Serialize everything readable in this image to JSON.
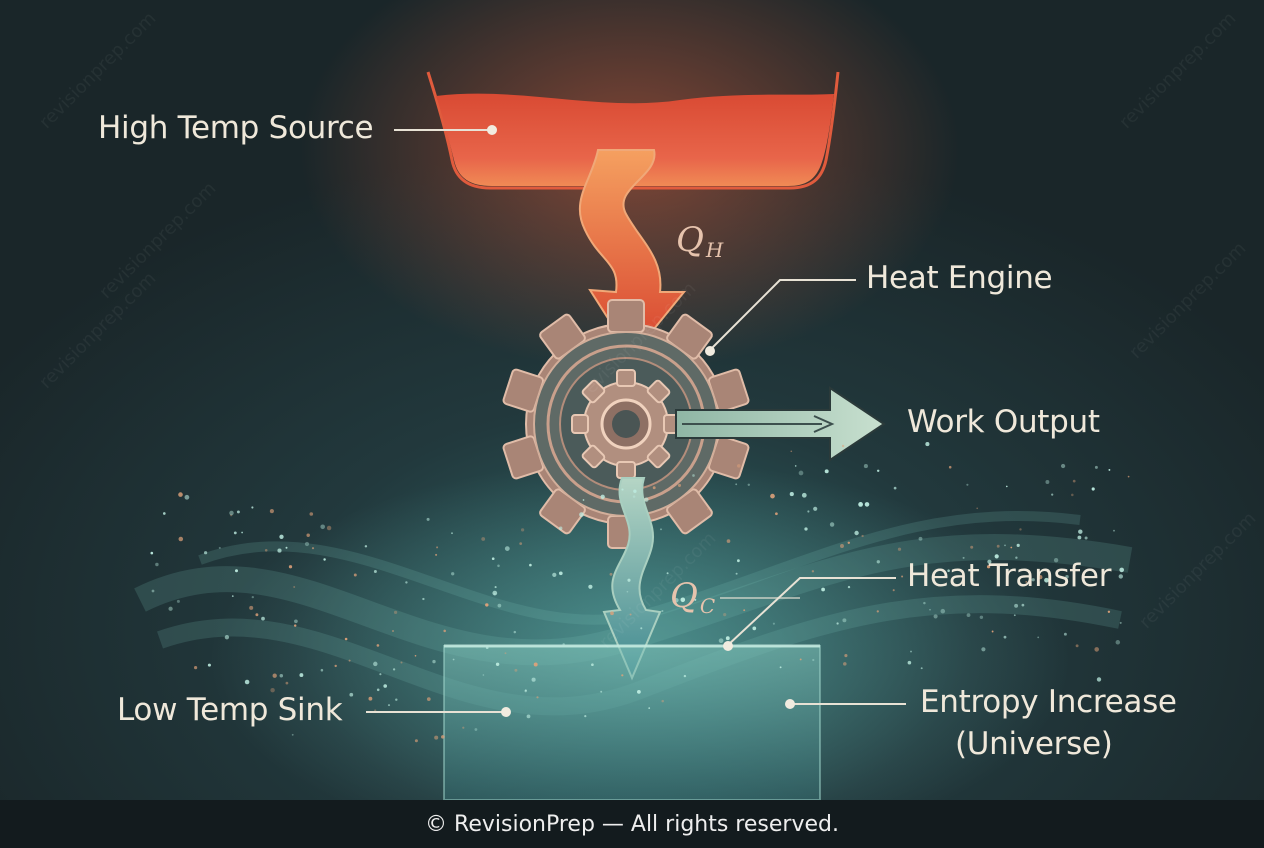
{
  "labels": {
    "high_temp_source": "High Temp Source",
    "heat_engine": "Heat Engine",
    "work_output": "Work Output",
    "heat_transfer": "Heat Transfer",
    "low_temp_sink": "Low Temp Sink",
    "entropy_line1": "Entropy Increase",
    "entropy_line2": "(Universe)"
  },
  "symbols": {
    "q_hot": "Q",
    "q_hot_sub": "H",
    "q_cold": "Q",
    "q_cold_sub": "C"
  },
  "watermark": "revisionprep.com",
  "footer": "© RevisionPrep — All rights reserved.",
  "colors": {
    "hot": "#e4523a",
    "cold": "#5fa9a8",
    "gear": "#b98e7c",
    "work_arrow": "#b9d6c4",
    "text": "#efe8da"
  },
  "icons": {
    "gear": "gear-icon",
    "hot_reservoir": "reservoir-icon",
    "cold_reservoir": "reservoir-icon"
  }
}
